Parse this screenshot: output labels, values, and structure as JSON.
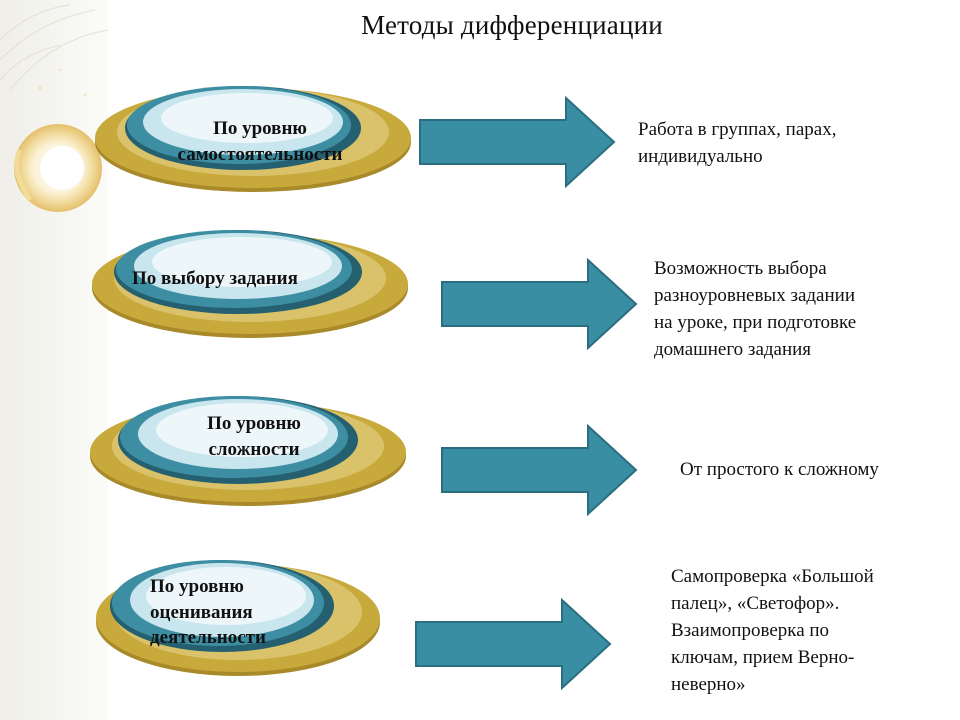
{
  "title": "Методы дифференциации",
  "rows": [
    {
      "method": "По уровню\nсамостоятельности",
      "result": "Работа в группах, парах,\nиндивидуально"
    },
    {
      "method": "По выбору задания",
      "result": "Возможность выбора\nразноуровневых задании\nна уроке, при подготовке\nдомашнего задания"
    },
    {
      "method": "По уровню\nсложности",
      "result": "От простого к сложному"
    },
    {
      "method": "По уровню\nоценивания\n деятельности",
      "result": "Самопроверка «Большой\nпалец», «Светофор».\nВзаимопроверка по\nключам, прием Верно-\nневерно»"
    }
  ],
  "colors": {
    "disc_gold": "#c8a93c",
    "disc_dark": "#2f6e80",
    "disc_light": "#e4f2f6",
    "arrow_fill": "#3a8ea3",
    "arrow_stroke": "#2a6e80"
  }
}
